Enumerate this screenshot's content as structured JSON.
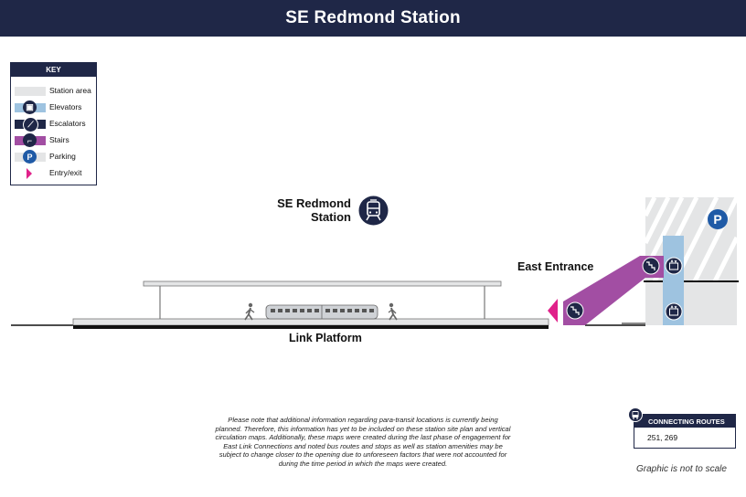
{
  "header": {
    "title": "SE Redmond Station"
  },
  "key": {
    "title": "KEY",
    "items": [
      {
        "label": "Station area",
        "color": "#e4e5e6"
      },
      {
        "label": "Elevators",
        "color": "#9ec3e0"
      },
      {
        "label": "Escalators",
        "color": "#1f2747"
      },
      {
        "label": "Stairs",
        "color": "#a24ea3"
      },
      {
        "label": "Parking",
        "color": "#e4e5e6"
      },
      {
        "label": "Entry/exit",
        "color": "#e0218a"
      }
    ]
  },
  "station": {
    "name_line1": "SE Redmond",
    "name_line2": "Station",
    "icon": "train-icon"
  },
  "labels": {
    "east_entrance": "East Entrance",
    "link_platform": "Link Platform",
    "parking_letter": "P"
  },
  "note": "Please note that additional information regarding para-transit locations is currently being planned. Therefore, this information has yet to be included on these station site plan and vertical circulation maps. Additionally, these maps were created during the last phase of engagement for East Link Connections and noted bus routes and stops as well as station amenities may be subject to change closer to the opening due to unforeseen factors that were not accounted for during the time period in which the maps were created.",
  "connecting_routes": {
    "title": "CONNECTING ROUTES",
    "routes": "251, 269",
    "icon": "bus-icon"
  },
  "footer": {
    "scale_note": "Graphic is not to scale"
  },
  "colors": {
    "navy": "#1f2747",
    "stairs": "#a24ea3",
    "elevator": "#9ec3e0",
    "entry": "#e0218a",
    "station_area": "#e4e5e6"
  }
}
